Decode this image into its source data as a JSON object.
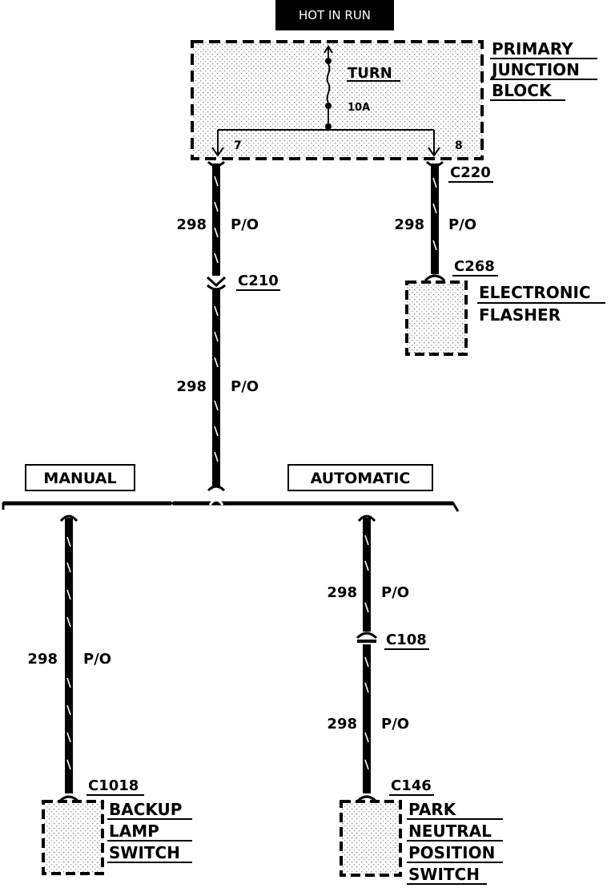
{
  "header": {
    "power_label": "HOT IN RUN"
  },
  "junction_block": {
    "name_lines": [
      "PRIMARY",
      "JUNCTION",
      "BLOCK"
    ],
    "fuse_name": "TURN",
    "fuse_rating": "10A",
    "pin_left": "7",
    "pin_right": "8"
  },
  "connectors": {
    "c220": "C220",
    "c268": "C268",
    "c210": "C210",
    "c108": "C108",
    "c1018": "C1018",
    "c146": "C146"
  },
  "wires": {
    "w1": {
      "circuit": "298",
      "color": "P/O"
    },
    "w2": {
      "circuit": "298",
      "color": "P/O"
    },
    "w3": {
      "circuit": "298",
      "color": "P/O"
    },
    "w4": {
      "circuit": "298",
      "color": "P/O"
    },
    "w5": {
      "circuit": "298",
      "color": "P/O"
    },
    "w6": {
      "circuit": "298",
      "color": "P/O"
    }
  },
  "options": {
    "manual": "MANUAL",
    "automatic": "AUTOMATIC"
  },
  "components": {
    "flasher_lines": [
      "ELECTRONIC",
      "FLASHER"
    ],
    "backup_lines": [
      "BACKUP",
      "LAMP",
      "SWITCH"
    ],
    "pnp_lines": [
      "PARK",
      "NEUTRAL",
      "POSITION",
      "SWITCH"
    ]
  }
}
